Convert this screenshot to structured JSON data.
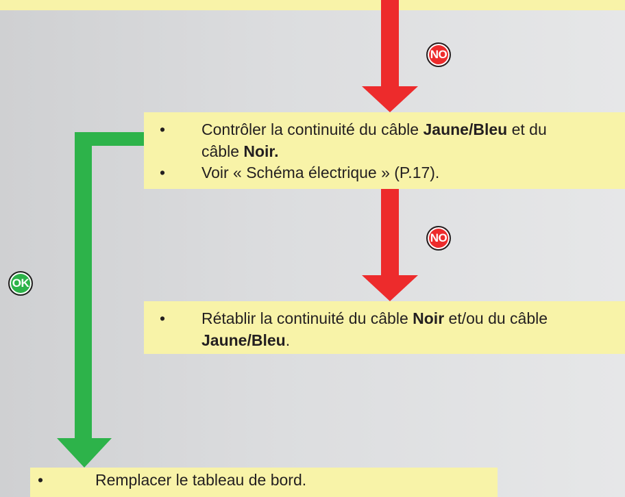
{
  "badges": {
    "no_1": "NO",
    "no_2": "NO",
    "ok_1": "OK"
  },
  "steps": {
    "step1": {
      "line1_pre": "Contrôler la continuité du câble ",
      "line1_bold": "Jaune/Bleu",
      "line1_post": " et du",
      "line1b_pre": "câble ",
      "line1b_bold": "Noir.",
      "line2": "Voir « Schéma électrique » (P.17)."
    },
    "step2": {
      "line1_pre": "Rétablir la continuité du câble ",
      "line1_bold": "Noir",
      "line1_post": " et/ou du câble",
      "line1b_bold": "Jaune/Bleu",
      "line1b_post": "."
    },
    "step3": {
      "line1": "Remplacer le tableau de bord."
    }
  },
  "bullet": "•",
  "colors": {
    "no_arrow": "#ed2b2c",
    "ok_arrow": "#2db34a",
    "box_fill": "#f8f3a8"
  }
}
